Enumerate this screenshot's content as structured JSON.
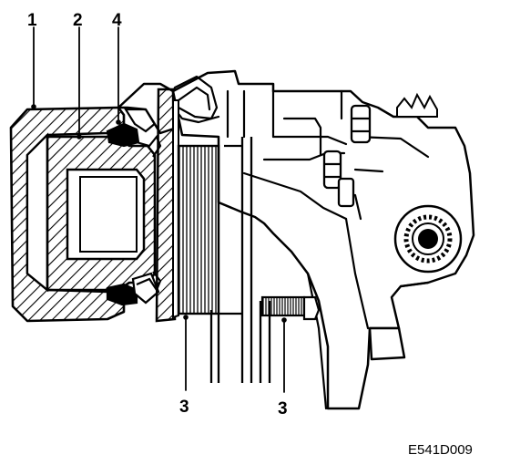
{
  "callouts": [
    {
      "id": "1",
      "label": "1"
    },
    {
      "id": "2",
      "label": "2"
    },
    {
      "id": "4",
      "label": "4"
    },
    {
      "id": "3a",
      "label": "3"
    },
    {
      "id": "3b",
      "label": "3"
    }
  ],
  "figure_code": "E541D009",
  "colors": {
    "ink": "#000000",
    "paper": "#ffffff"
  }
}
